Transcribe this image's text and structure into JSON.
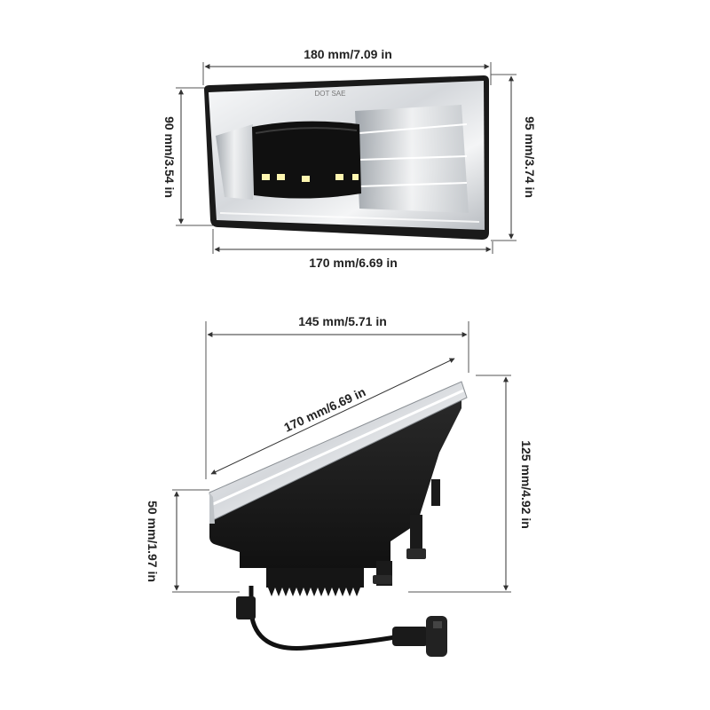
{
  "front_view": {
    "width_top": "180 mm/7.09 in",
    "width_bottom": "170 mm/6.69 in",
    "height_left": "90 mm/3.54 in",
    "height_right": "95 mm/3.74 in",
    "lens_mark": "DOT SAE"
  },
  "side_view": {
    "depth_top": "145 mm/5.71 in",
    "diagonal": "170 mm/6.69 in",
    "height_right": "125 mm/4.92 in",
    "height_left": "50 mm/1.97 in"
  },
  "colors": {
    "housing": "#1c1c1c",
    "chrome": "#e6e8ea",
    "led": "#fff6b0"
  }
}
